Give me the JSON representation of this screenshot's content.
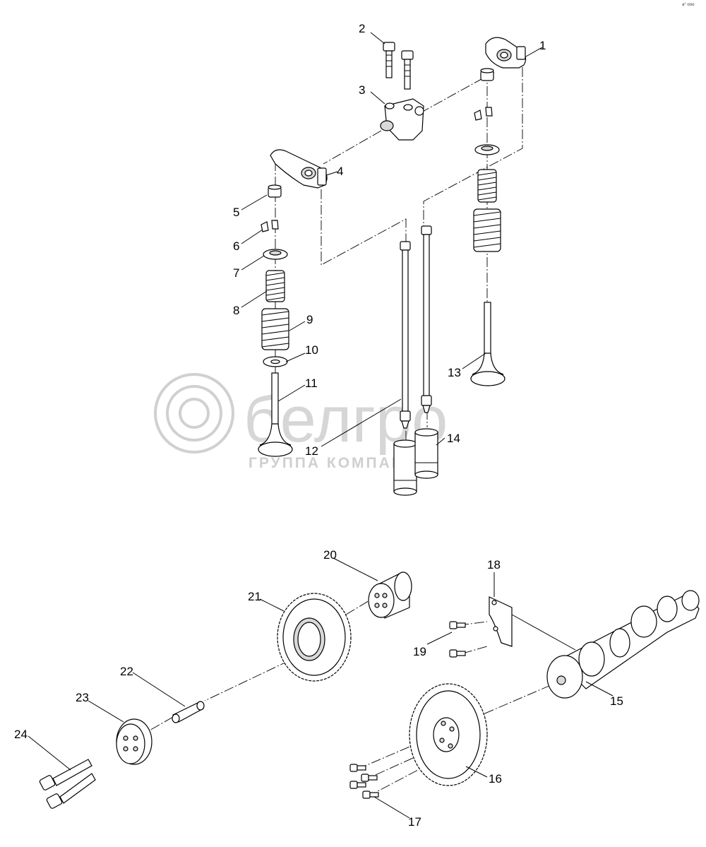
{
  "watermark": {
    "brand": "белгро",
    "subtitle": "ГРУППА КОМПАНИЙ"
  },
  "corner_mark": "a° ooo",
  "callouts": [
    "1",
    "2",
    "3",
    "4",
    "5",
    "6",
    "7",
    "8",
    "9",
    "10",
    "11",
    "12",
    "13",
    "14",
    "15",
    "16",
    "17",
    "18",
    "19",
    "20",
    "21",
    "22",
    "23",
    "24"
  ],
  "colors": {
    "line": "#000000",
    "watermark": "#d0d0d0",
    "background": "#ffffff"
  }
}
